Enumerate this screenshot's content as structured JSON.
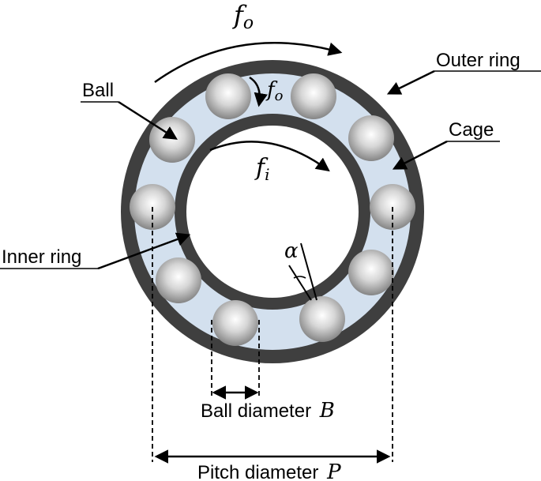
{
  "labels": {
    "outer_ring": "Outer ring",
    "ball": "Ball",
    "cage": "Cage",
    "inner_ring": "Inner ring",
    "ball_diameter": "Ball diameter",
    "ball_diameter_symbol": "B",
    "pitch_diameter": "Pitch diameter",
    "pitch_diameter_symbol": "P"
  },
  "symbols": {
    "outer_freq_base": "f",
    "outer_freq_sub": "o",
    "inner_freq_base": "f",
    "inner_freq_sub": "i",
    "contact_angle": "α"
  },
  "colors": {
    "ring": "#3f3f3f",
    "raceway_fill": "#d3e0ee",
    "ball_light": "#ffffff",
    "ball_dark": "#8a8a8a"
  }
}
